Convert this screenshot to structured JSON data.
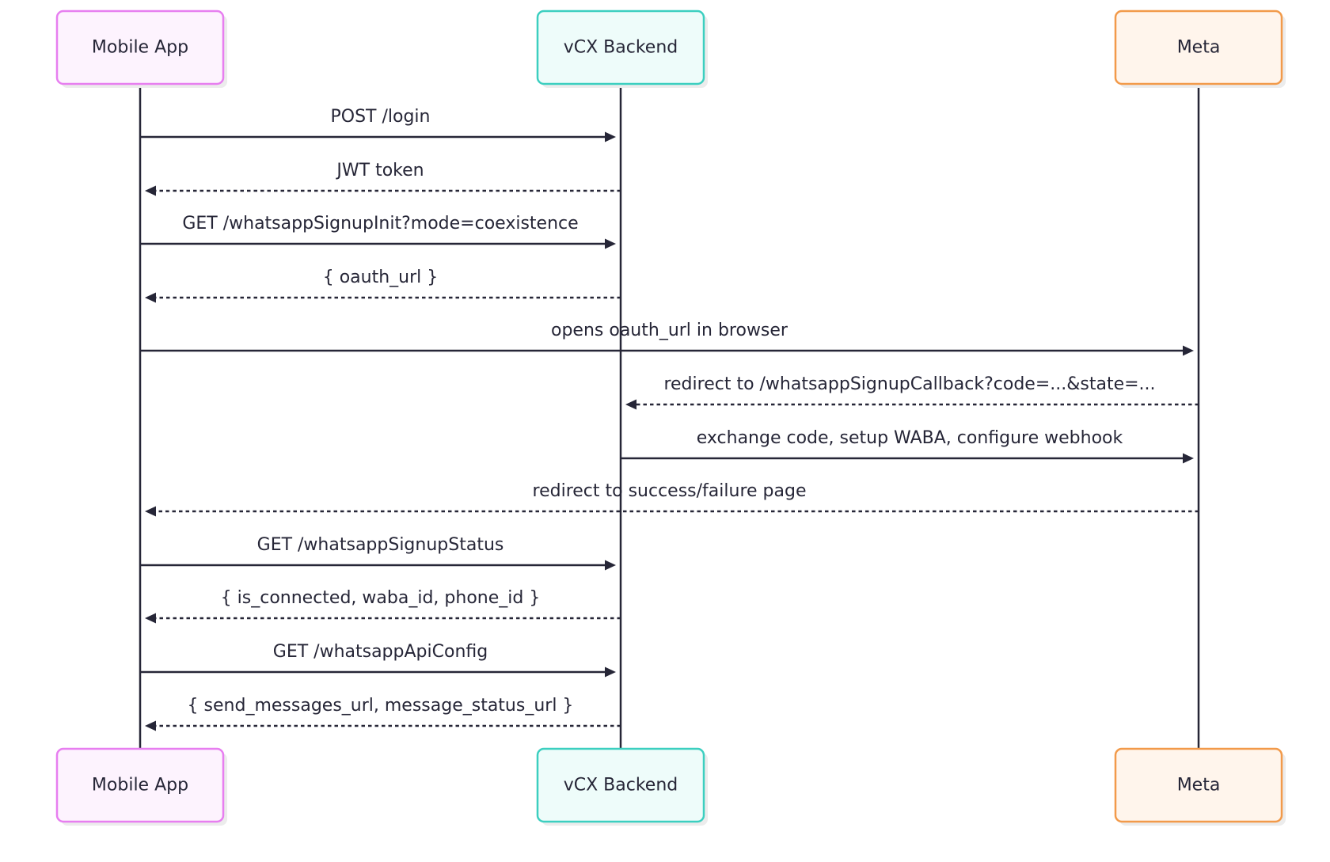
{
  "participants": [
    {
      "id": "mobile",
      "label": "Mobile App",
      "stroke": "#e77ef0",
      "fill": "#fdf3fe"
    },
    {
      "id": "backend",
      "label": "vCX Backend",
      "stroke": "#3ccfc0",
      "fill": "#eefcfa"
    },
    {
      "id": "meta",
      "label": "Meta",
      "stroke": "#f29a4a",
      "fill": "#fff5ec"
    }
  ],
  "messages": [
    {
      "from": "mobile",
      "to": "backend",
      "label": "POST /login",
      "style": "solid"
    },
    {
      "from": "backend",
      "to": "mobile",
      "label": "JWT token",
      "style": "dashed"
    },
    {
      "from": "mobile",
      "to": "backend",
      "label": "GET /whatsappSignupInit?mode=coexistence",
      "style": "solid"
    },
    {
      "from": "backend",
      "to": "mobile",
      "label": "{ oauth_url }",
      "style": "dashed"
    },
    {
      "from": "mobile",
      "to": "meta",
      "label": "opens oauth_url in browser",
      "style": "solid"
    },
    {
      "from": "meta",
      "to": "backend",
      "label": "redirect to /whatsappSignupCallback?code=...&state=...",
      "style": "dashed"
    },
    {
      "from": "backend",
      "to": "meta",
      "label": "exchange code, setup WABA, configure webhook",
      "style": "solid"
    },
    {
      "from": "meta",
      "to": "mobile",
      "label": "redirect to success/failure page",
      "style": "dashed"
    },
    {
      "from": "mobile",
      "to": "backend",
      "label": "GET /whatsappSignupStatus",
      "style": "solid"
    },
    {
      "from": "backend",
      "to": "mobile",
      "label": "{ is_connected, waba_id, phone_id }",
      "style": "dashed"
    },
    {
      "from": "mobile",
      "to": "backend",
      "label": "GET /whatsappApiConfig",
      "style": "solid"
    },
    {
      "from": "backend",
      "to": "mobile",
      "label": "{ send_messages_url, message_status_url }",
      "style": "dashed"
    }
  ]
}
